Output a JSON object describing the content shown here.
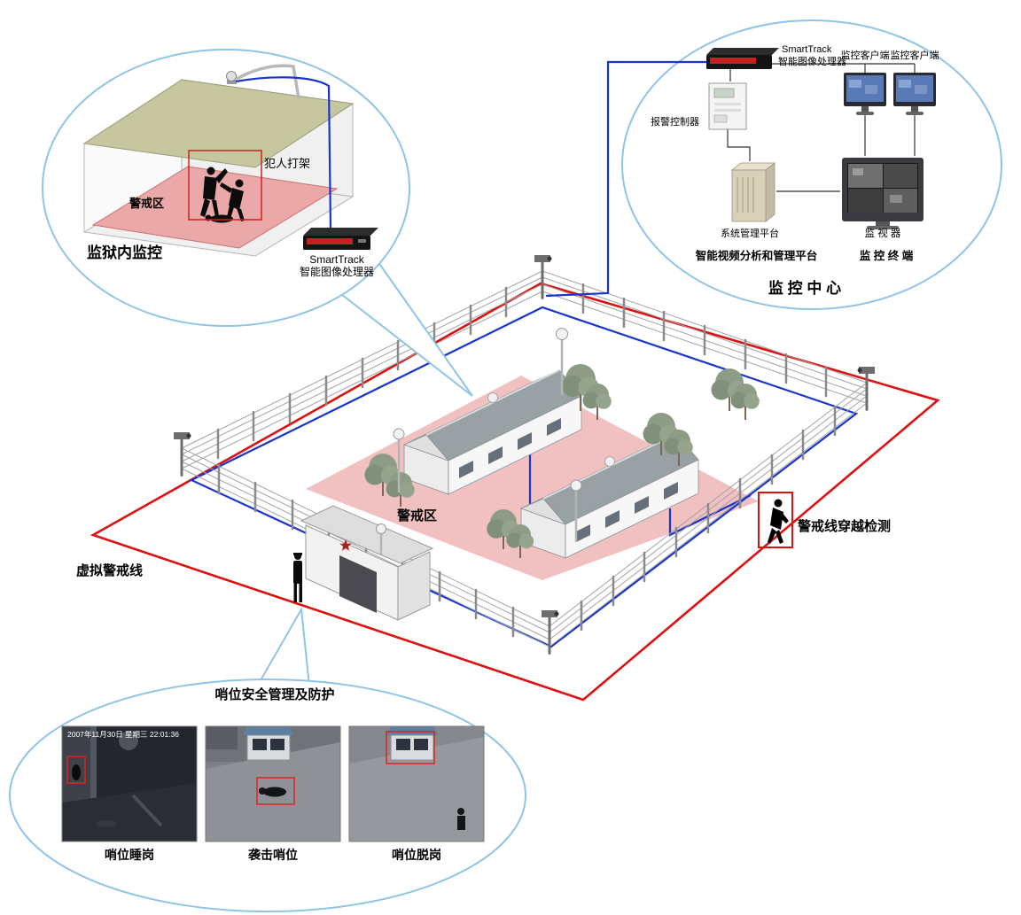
{
  "prison_bubble": {
    "title": "监狱内监控",
    "zone_label": "警戒区",
    "fight_label": "犯人打架",
    "device_name": "SmartTrack",
    "device_desc": "智能图像处理器"
  },
  "control_center_bubble": {
    "title": "监 控 中 心",
    "device_name": "SmartTrack",
    "device_desc": "智能图像处理器",
    "alarm_controller_label": "报警控制器",
    "client_label_1": "监控客户端",
    "client_label_2": "监控客户端",
    "platform_label": "系统管理平台",
    "monitor_label": "监 视 器",
    "analysis_platform_label": "智能视频分析和管理平台",
    "terminal_label": "监 控 终 端"
  },
  "compound": {
    "zone_label": "警戒区",
    "virtual_line_label": "虚拟警戒线",
    "crossing_detect_label": "警戒线穿越检测"
  },
  "sentry_bubble": {
    "title": "哨位安全管理及防护",
    "timestamp": "2007年11月30日 星期三 22:01:36",
    "captions": [
      "哨位睡岗",
      "袭击哨位",
      "哨位脱岗"
    ]
  },
  "colors": {
    "alert_red": "#dd1111",
    "cable_blue": "#1a35cc",
    "bubble_border": "#8fc4e6",
    "zone_pink": "#f0b9b9"
  }
}
